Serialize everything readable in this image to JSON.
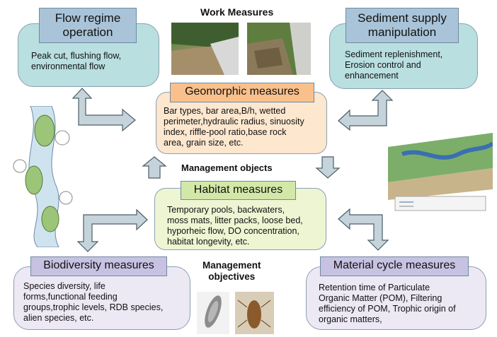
{
  "titles": {
    "work_measures": "Work Measures",
    "management_objects": "Management objects",
    "management_objectives": "Management\nobjectives"
  },
  "flow_regime": {
    "title": "Flow regime\noperation",
    "body": "Peak cut, flushing flow,\nenvironmental flow"
  },
  "sediment_supply": {
    "title": "Sediment supply\nmanipulation",
    "body": "Sediment replenishment,\nErosion control and\nenhancement"
  },
  "geomorphic": {
    "title": "Geomorphic measures",
    "body": "Bar types, bar area,B/h, wetted\nperimeter,hydraulic radius, sinuosity\nindex, riffle-pool ratio,base rock\narea, grain size, etc."
  },
  "habitat": {
    "title": "Habitat measures",
    "body": "Temporary pools, backwaters,\nmoss mats, litter packs, loose bed,\nhyporheic flow, DO concentration,\nhabitat longevity, etc."
  },
  "biodiversity": {
    "title": "Biodiversity measures",
    "body": "Species diversity, life\nforms,functional feeding\ngroups,trophic levels, RDB species,\nalien species, etc."
  },
  "material_cycle": {
    "title": "Material cycle measures",
    "body": "Retention time of Particulate\nOrganic Matter (POM), Filtering\nefficiency of POM, Trophic origin of\norganic matters,"
  },
  "colors": {
    "cyan_box": "#b9dfe0",
    "cyan_tag": "#a9c4d8",
    "orange_box": "#fde7cf",
    "orange_tag": "#f9c08c",
    "green_box": "#eef5d3",
    "green_tag": "#d3e8a8",
    "purple_box": "#ece8f4",
    "purple_tag": "#c7c2e2",
    "arrow_fill": "#c5d3da",
    "arrow_stroke": "#4d5e68"
  },
  "icons": [
    "flood-photo",
    "restoration-photo",
    "river-map-illustration",
    "channel-cross-section-illustration",
    "fish-photo",
    "insect-photo"
  ]
}
